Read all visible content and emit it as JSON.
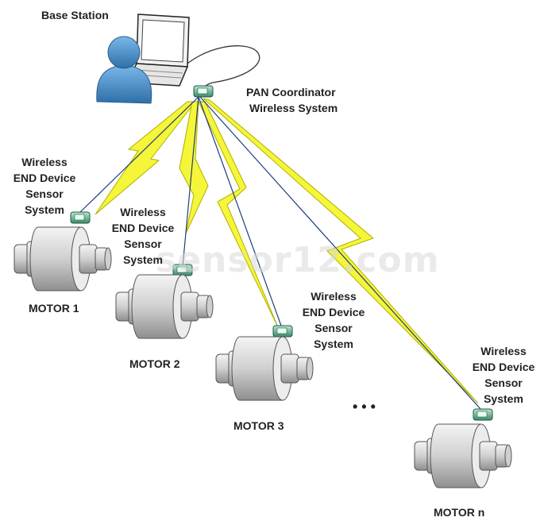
{
  "labels": {
    "base_station": "Base Station",
    "coordinator": [
      "PAN Coordinator",
      "Wireless System"
    ],
    "end_device": [
      "Wireless",
      "END Device",
      "Sensor",
      "System"
    ]
  },
  "motors": [
    "MOTOR 1",
    "MOTOR 2",
    "MOTOR 3",
    "MOTOR n"
  ],
  "ellipsis": "• • •",
  "watermark": "sensor12.com",
  "colors": {
    "link_line": "#1f3f7a",
    "bolt_fill": "#f5f53a",
    "bolt_edge": "#a8a800",
    "device": "#3a8a6a",
    "person": "#4a90c8",
    "motor": "#d8d8d8"
  }
}
